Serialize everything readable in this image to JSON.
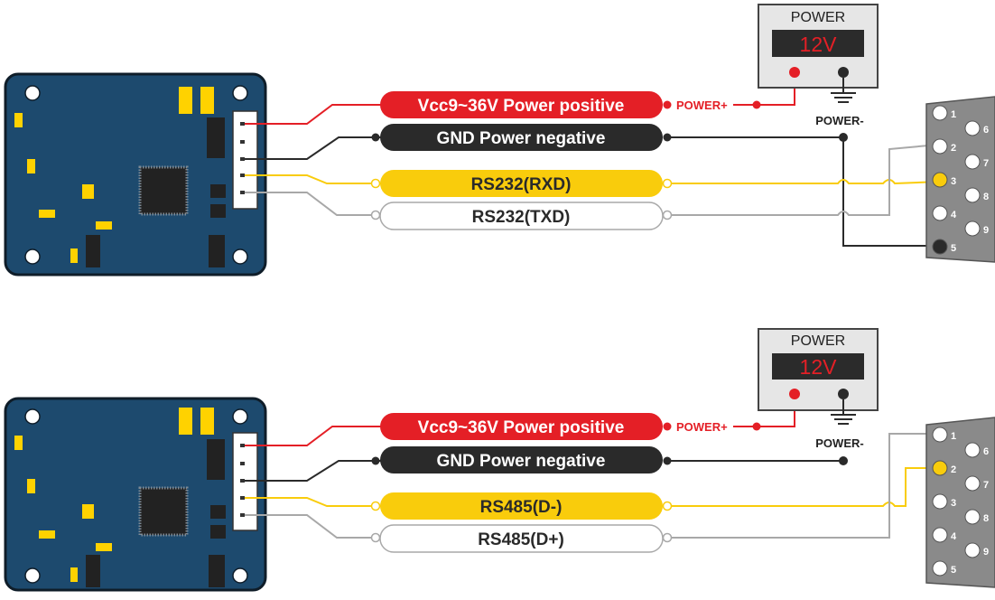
{
  "colors": {
    "pcb": "#1d4a6e",
    "pcb_outline": "#0f1d29",
    "red": "#e41f26",
    "black": "#2a2a2a",
    "yellow": "#f9cc0c",
    "gray": "#a8a8a8",
    "pad": "#ffd200",
    "connector": "#8a8a8a",
    "power_box": "#e6e6e6",
    "display": "#2b2b2b",
    "display_text": "#e41f26"
  },
  "diagrams": [
    {
      "name": "rs232",
      "power": {
        "title": "POWER",
        "voltage": "12V"
      },
      "labels": {
        "power_plus": "POWER+",
        "power_minus": "POWER-",
        "wire1": "Vcc9~36V Power positive",
        "wire2": "GND  Power negative",
        "wire3": "RS232(RXD)",
        "wire4": "RS232(TXD)"
      },
      "pins": [
        "1",
        "2",
        "3",
        "4",
        "5",
        "6",
        "7",
        "8",
        "9"
      ],
      "pin_colors": [
        "#ffffff",
        "#ffffff",
        "#f9cc0c",
        "#ffffff",
        "#2a2a2a",
        "#ffffff",
        "#ffffff",
        "#ffffff",
        "#ffffff"
      ],
      "icons": [
        "chip-icon",
        "ground-icon",
        "db9-connector-icon"
      ]
    },
    {
      "name": "rs485",
      "power": {
        "title": "POWER",
        "voltage": "12V"
      },
      "labels": {
        "power_plus": "POWER+",
        "power_minus": "POWER-",
        "wire1": "Vcc9~36V Power positive",
        "wire2": "GND  Power negative",
        "wire3": "RS485(D-)",
        "wire4": "RS485(D+)"
      },
      "pins": [
        "1",
        "2",
        "3",
        "4",
        "5",
        "6",
        "7",
        "8",
        "9"
      ],
      "pin_colors": [
        "#ffffff",
        "#f9cc0c",
        "#ffffff",
        "#ffffff",
        "#ffffff",
        "#ffffff",
        "#ffffff",
        "#ffffff",
        "#ffffff"
      ],
      "icons": [
        "chip-icon",
        "ground-icon",
        "db9-connector-icon"
      ]
    }
  ]
}
